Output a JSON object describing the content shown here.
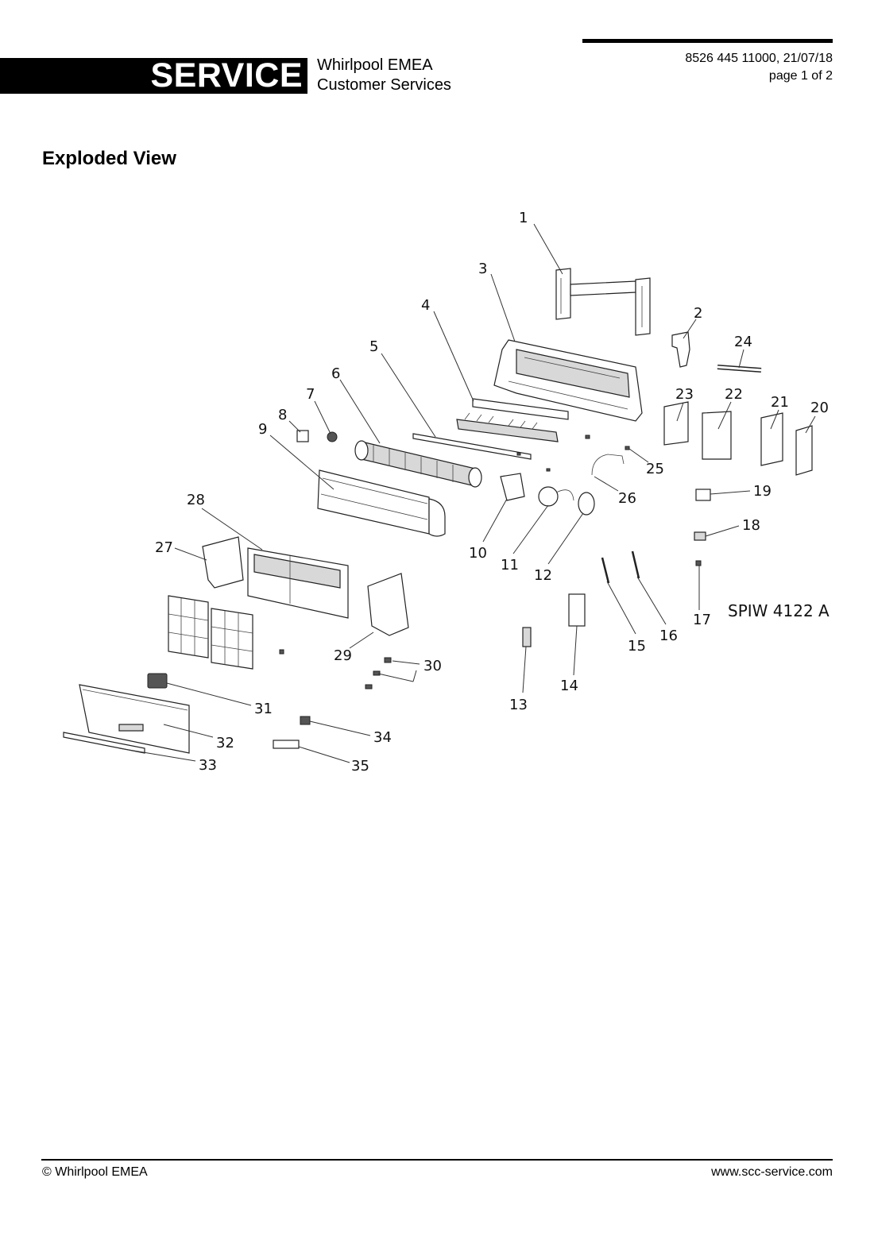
{
  "header": {
    "service_label": "SERVICE",
    "company_line1": "Whirlpool EMEA",
    "company_line2": "Customer Services",
    "doc_ref": "8526 445 11000, 21/07/18",
    "page_info": "page 1 of 2"
  },
  "title": "Exploded View",
  "diagram": {
    "model": "SPIW 4122 A",
    "callouts": [
      "1",
      "2",
      "3",
      "4",
      "5",
      "6",
      "7",
      "8",
      "9",
      "10",
      "11",
      "12",
      "13",
      "14",
      "15",
      "16",
      "17",
      "18",
      "19",
      "20",
      "21",
      "22",
      "23",
      "24",
      "25",
      "26",
      "27",
      "28",
      "29",
      "30",
      "31",
      "32",
      "33",
      "34",
      "35"
    ]
  },
  "footer": {
    "copyright": "© Whirlpool EMEA",
    "website": "www.scc-service.com"
  }
}
